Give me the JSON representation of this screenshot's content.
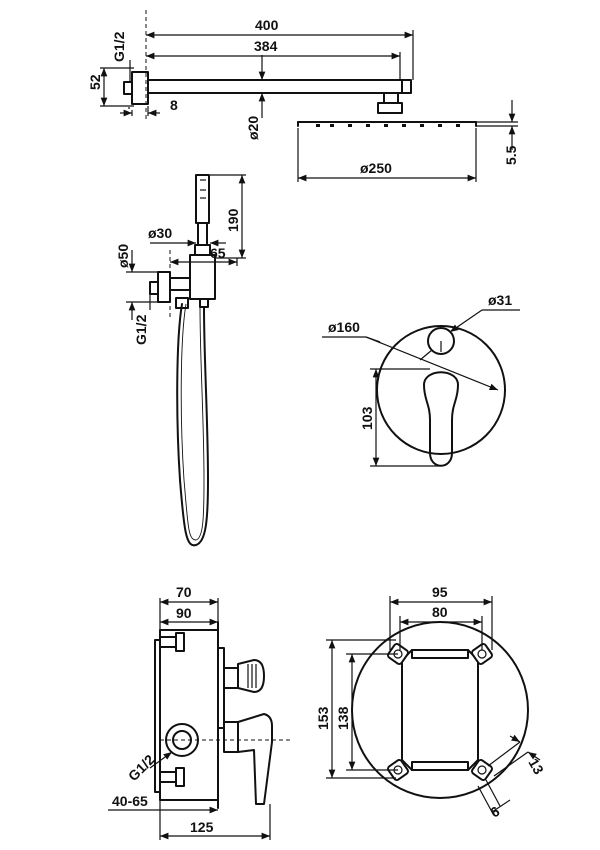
{
  "shower_arm": {
    "length_total": "400",
    "length_arm": "384",
    "thread": "G1/2",
    "flange_height": "52",
    "flange_depth": "8",
    "pipe_diameter": "ø20"
  },
  "shower_head": {
    "diameter": "ø250",
    "thickness": "5.5"
  },
  "hand_shower": {
    "diameter": "ø30",
    "length": "190",
    "holder_offset": "65",
    "elbow_diameter": "ø50",
    "thread": "G1/2"
  },
  "trim_plate": {
    "diameter": "ø160",
    "knob_diameter": "ø31",
    "lever_height": "103"
  },
  "valve_side": {
    "width_outer": "70",
    "width_inner": "90",
    "inlet_thread": "G1/2",
    "depth_range": "40-65",
    "total_depth": "125"
  },
  "valve_front": {
    "width_outer": "95",
    "width_inner": "80",
    "height_outer": "153",
    "height_inner": "138",
    "lug_width": "13",
    "lug_depth": "6"
  }
}
